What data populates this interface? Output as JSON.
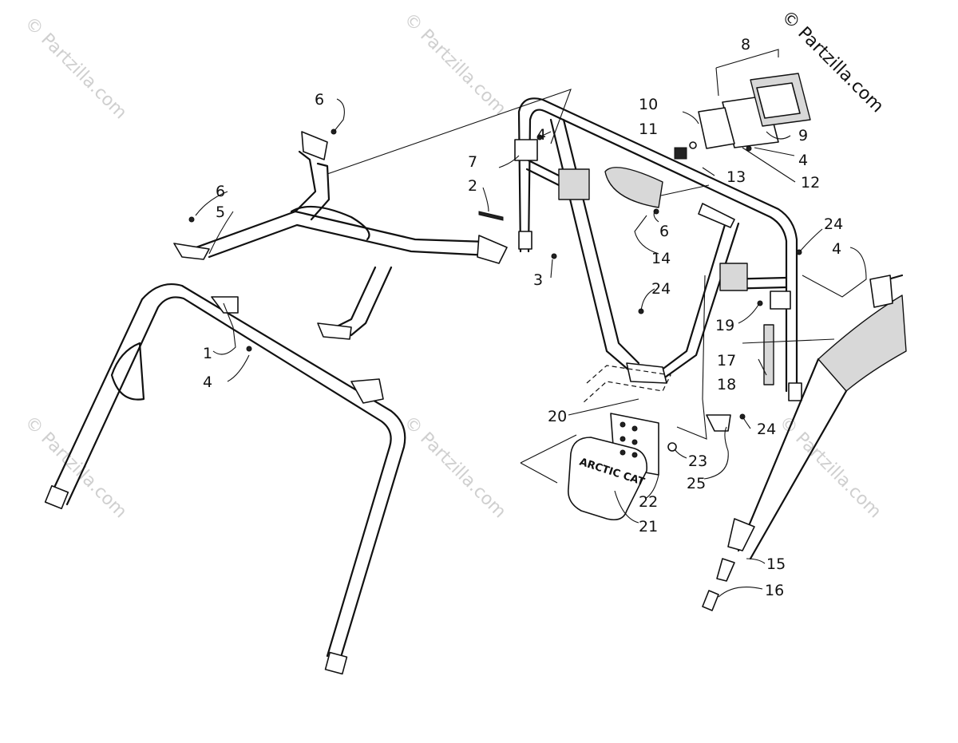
{
  "copyright": "© Partzilla.com",
  "watermark": "© Partzilla.com",
  "logo_plate_text": "ARCTIC CAT",
  "callouts": {
    "c1": "1",
    "c2": "2",
    "c3": "3",
    "c4a": "4",
    "c4b": "4",
    "c4c": "4",
    "c4d": "4",
    "c5": "5",
    "c6a": "6",
    "c6b": "6",
    "c6c": "6",
    "c7": "7",
    "c8": "8",
    "c9": "9",
    "c10": "10",
    "c11": "11",
    "c12": "12",
    "c13": "13",
    "c14": "14",
    "c15": "15",
    "c16": "16",
    "c17": "17",
    "c18": "18",
    "c19": "19",
    "c20": "20",
    "c21": "21",
    "c22": "22",
    "c23": "23",
    "c24a": "24",
    "c24b": "24",
    "c24c": "24",
    "c25": "25"
  }
}
